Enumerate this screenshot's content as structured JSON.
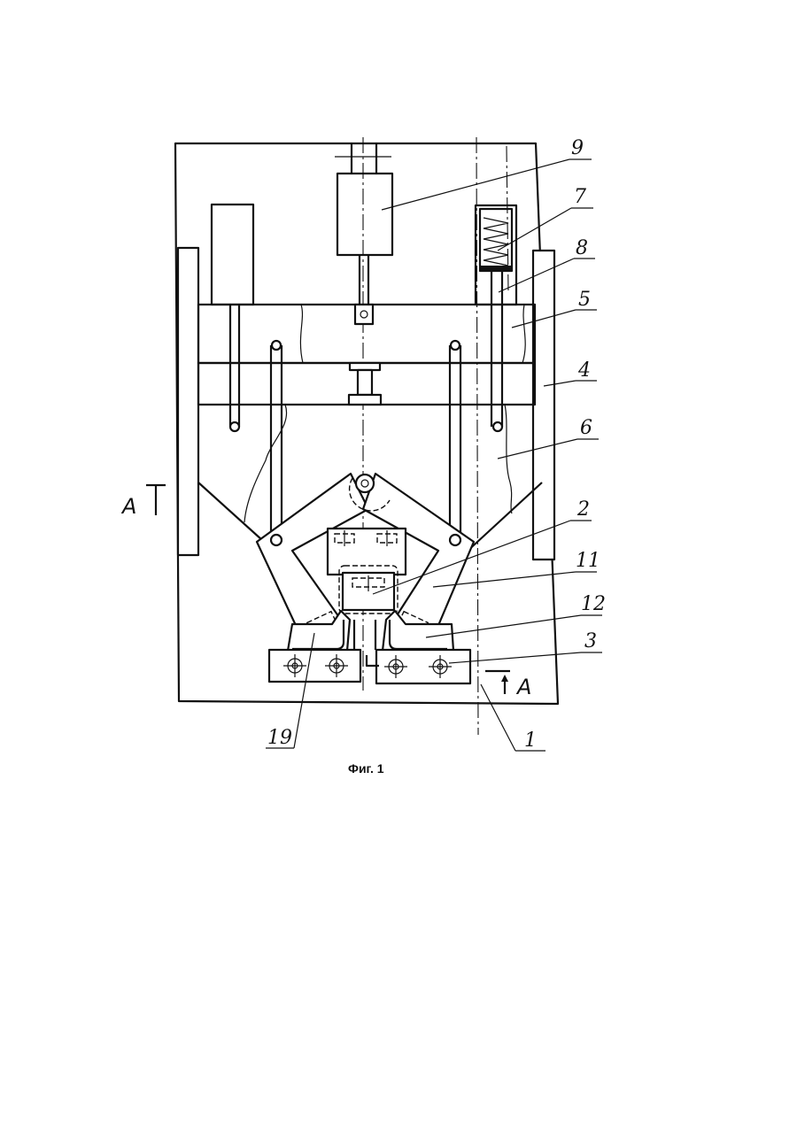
{
  "figure": {
    "caption": "Фиг. 1",
    "section_marker": "A",
    "callouts": [
      "9",
      "7",
      "8",
      "5",
      "4",
      "6",
      "2",
      "11",
      "12",
      "3",
      "1",
      "19"
    ]
  },
  "colors": {
    "ink": "#111111",
    "paper": "#ffffff"
  }
}
